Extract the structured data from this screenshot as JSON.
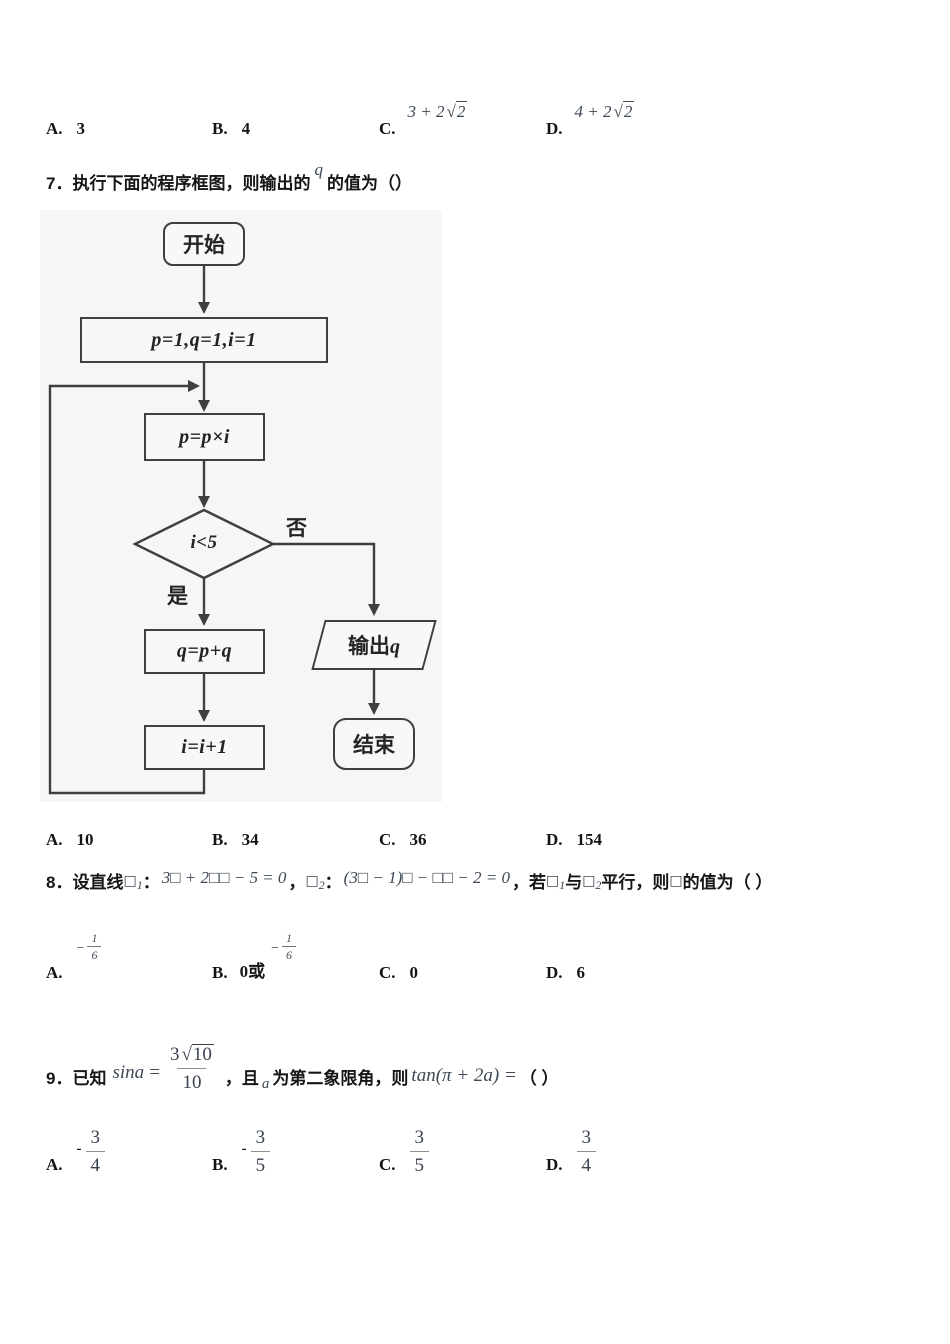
{
  "colors": {
    "page_bg": "#ffffff",
    "text": "#161616",
    "math": "#3e4854",
    "flow_line": "#3f3f3f",
    "flow_bg": "#f6f6f4"
  },
  "symbols": {
    "sqrt": "√"
  },
  "q6_options": {
    "a_label": "A.",
    "a_value": "3",
    "b_label": "B.",
    "b_value": "4",
    "c_label": "C.",
    "c_pre": "3 + 2",
    "c_radicand": "2",
    "d_label": "D.",
    "d_pre": "4 + 2",
    "d_radicand": "2"
  },
  "q7": {
    "stem_before": "7．执行下面的程序框图，则输出的",
    "stem_sup": "q",
    "stem_after": "的值为（）"
  },
  "flowchart": {
    "start": "开始",
    "init": "p=1,q=1,i=1",
    "mult": "p=p×i",
    "cond": "i<5",
    "no": "否",
    "yes": "是",
    "addq": "q=p+q",
    "inc": "i=i+1",
    "output_prefix": "输出",
    "output_var": "q",
    "end": "结束"
  },
  "q7_options": {
    "a_label": "A.",
    "a_value": "10",
    "b_label": "B.",
    "b_value": "34",
    "c_label": "C.",
    "c_value": "36",
    "d_label": "D.",
    "d_value": "154"
  },
  "q8": {
    "lead": "8．设直线",
    "l1_box": "□",
    "l1_sub": "1",
    "l1_colon": "：",
    "math1": "3□ + 2□□ − 5 = 0",
    "sep1": "，",
    "l2_box": "□",
    "l2_sub": "2",
    "l2_colon": "：",
    "math2": "(3□ − 1)□ − □□ − 2 = 0",
    "sep2": "，若",
    "ref1_box": "□",
    "ref1_sub": "1",
    "mid1": "与",
    "ref2_box": "□",
    "ref2_sub": "2",
    "mid2": "平行，则",
    "ref3_box": "□",
    "tail": "的值为（ ）"
  },
  "q8_options": {
    "a_label": "A.",
    "a_minus": "−",
    "a_num": "1",
    "a_den": "6",
    "b_label": "B.",
    "b_pre": "0或",
    "b_minus": "−",
    "b_num": "1",
    "b_den": "6",
    "c_label": "C.",
    "c_value": "0",
    "d_label": "D.",
    "d_value": "6"
  },
  "q9": {
    "lead": "9．已知",
    "func": "sina",
    "eq": "=",
    "num_coef": "3",
    "num_radicand": "10",
    "den": "10",
    "sep": "，且",
    "var_sub": "a",
    "mid": "为第二象限角，则",
    "expr": "tan(π + 2a) =",
    "tail": "（ ）"
  },
  "q9_options": {
    "a_label": "A.",
    "a_sign": "-",
    "a_num": "3",
    "a_den": "4",
    "b_label": "B.",
    "b_sign": "-",
    "b_num": "3",
    "b_den": "5",
    "c_label": "C.",
    "c_num": "3",
    "c_den": "5",
    "d_label": "D.",
    "d_num": "3",
    "d_den": "4"
  }
}
